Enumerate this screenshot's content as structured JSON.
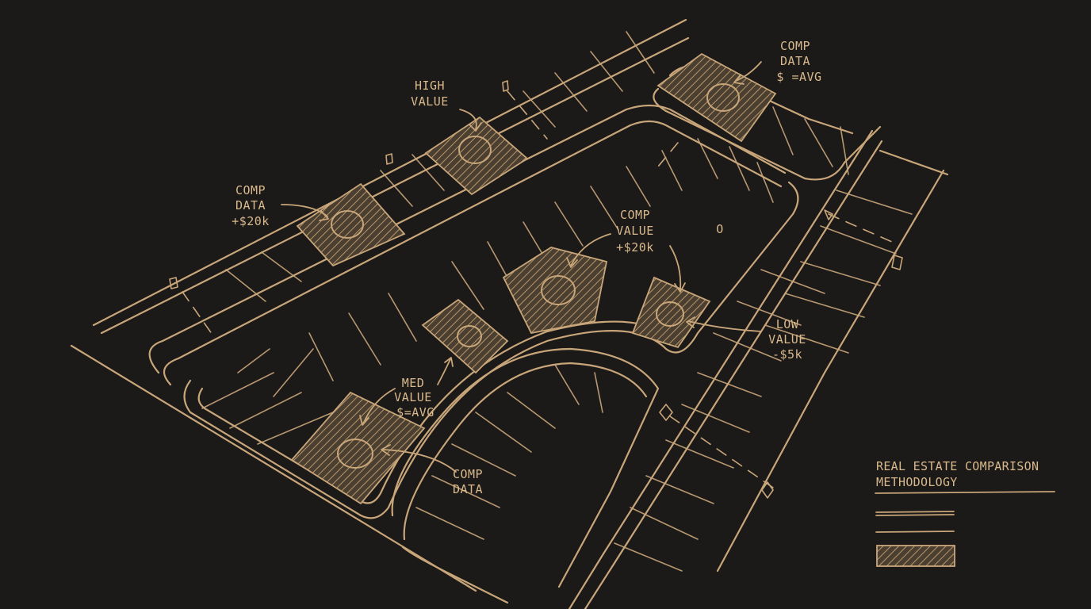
{
  "colors": {
    "background": "#1b1a19",
    "ink": "#c9a67a",
    "text": "#d9b98c"
  },
  "annotations": {
    "high_value": [
      "HIGH",
      "VALUE"
    ],
    "comp_data_top": [
      "COMP",
      "DATA",
      "$ =AVG"
    ],
    "comp_data_left": [
      "COMP",
      "DATA",
      "+$20k"
    ],
    "comp_value_center": [
      "COMP",
      "VALUE",
      "+$20k"
    ],
    "low_value": [
      "LOW",
      "VALUE",
      "-$5k"
    ],
    "med_value": [
      "MED",
      "VALUE",
      "$=AVG"
    ],
    "comp_data_bottom": [
      "COMP",
      "DATA"
    ],
    "marker_o": "O"
  },
  "legend": {
    "title_line1": "REAL ESTATE COMPARISON",
    "title_line2": "METHODOLOGY"
  }
}
